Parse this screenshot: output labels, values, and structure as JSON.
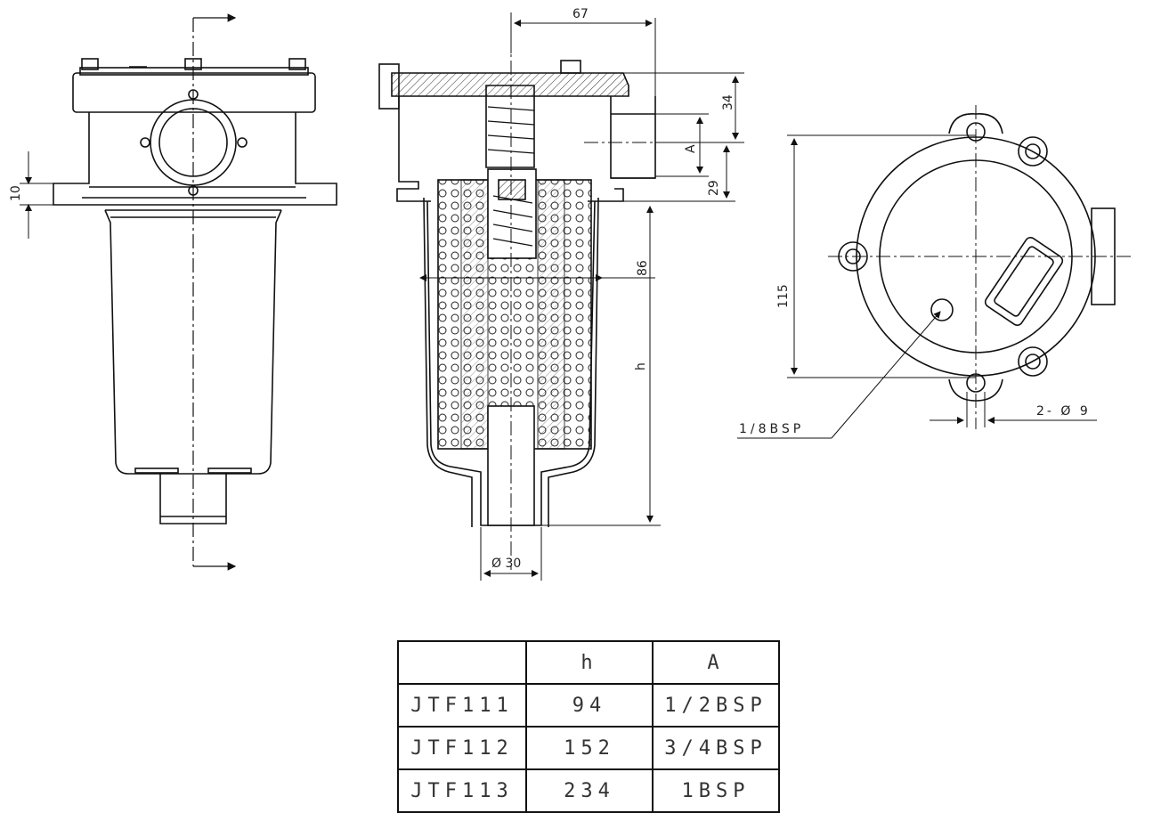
{
  "dimensions": {
    "width_67": "67",
    "height_34": "34",
    "port_a": "A",
    "height_29": "29",
    "diameter_86": "86",
    "height_h": "h",
    "diameter_30": "Ø 30",
    "side_10": "10",
    "height_115": "115",
    "holes_2x9": "2- Ø 9",
    "gauge_port": "1/8BSP"
  },
  "table": {
    "headers": [
      "",
      "h",
      "A"
    ],
    "rows": [
      [
        "JTF111",
        "94",
        "1/2BSP"
      ],
      [
        "JTF112",
        "152",
        "3/4BSP"
      ],
      [
        "JTF113",
        "234",
        "1BSP"
      ]
    ]
  }
}
